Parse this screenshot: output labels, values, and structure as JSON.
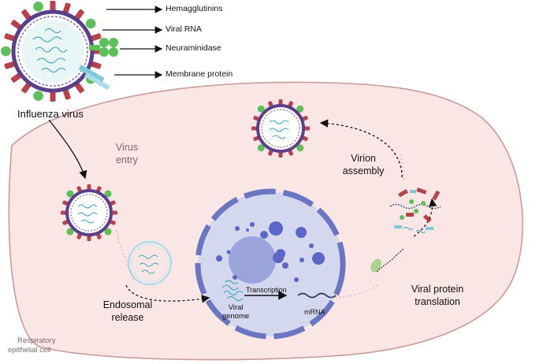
{
  "legend": {
    "hemagglutinins": "Hemagglutinins",
    "viral_rna": "Viral RNA",
    "neuraminidase": "Neuraminidase",
    "membrane_protein": "Membrane protein"
  },
  "labels": {
    "influenza_virus": "Influenza virus",
    "virus_entry_1": "Virus",
    "virus_entry_2": "entry",
    "endosomal_1": "Endosomal",
    "endosomal_2": "release",
    "viral_genome_1": "Viral",
    "viral_genome_2": "genome",
    "transcription": "Transcription",
    "mrna": "mRNA",
    "translation_1": "Viral protein",
    "translation_2": "translation",
    "virion_1": "Virion",
    "virion_2": "assembly",
    "cell_1": "Respiratory",
    "cell_2": "epithelial cell"
  },
  "colors": {
    "cell_fill": "#fbe6e6",
    "cell_stroke": "#c99a9a",
    "nucleus_fill": "#d3d8ee",
    "nucleus_stroke": "#6a76c2",
    "hemagglutinin": "#b8414a",
    "neuraminidase": "#5cbf58",
    "virus_membrane": "#5b3f8a",
    "rna": "#3aa7b7",
    "membrane_protein": "#7cc9d8"
  }
}
